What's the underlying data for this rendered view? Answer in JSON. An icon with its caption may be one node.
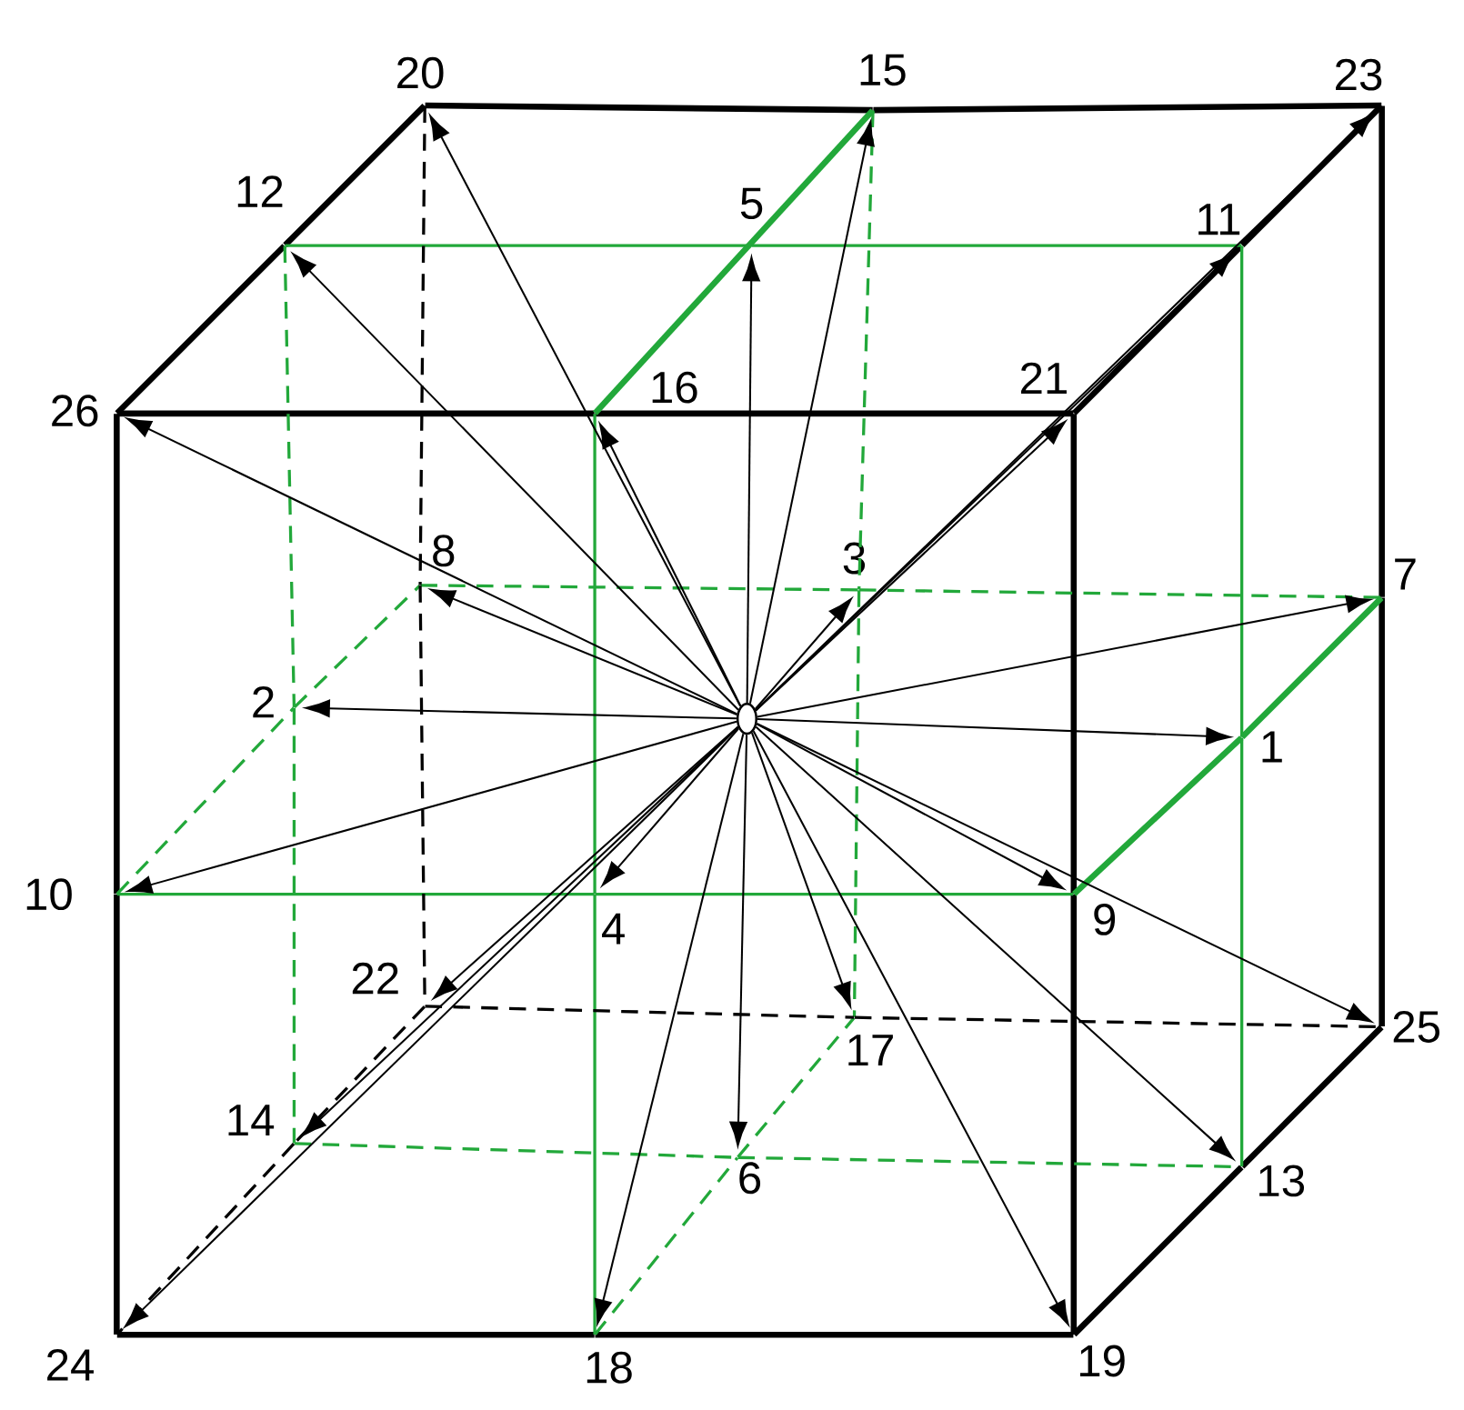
{
  "diagram": {
    "nodes": [
      {
        "text": [],
        "shape": "circle"
      },
      {
        "text": [
          "1"
        ]
      },
      {
        "text": [
          "2"
        ]
      },
      {
        "text": [
          "3"
        ]
      },
      {
        "text": [
          "4"
        ]
      },
      {
        "text": [
          "5"
        ]
      },
      {
        "text": [
          "6"
        ]
      },
      {
        "text": [
          "7"
        ]
      },
      {
        "text": [
          "8"
        ]
      },
      {
        "text": [
          "9"
        ]
      },
      {
        "text": [
          "10"
        ]
      },
      {
        "text": [
          "11"
        ]
      },
      {
        "text": [
          "12"
        ]
      },
      {
        "text": [
          "13"
        ]
      },
      {
        "text": [
          "14"
        ]
      },
      {
        "text": [
          "15"
        ]
      },
      {
        "text": [
          "16"
        ]
      },
      {
        "text": [
          "17"
        ]
      },
      {
        "text": [
          "18"
        ]
      },
      {
        "text": [
          "19"
        ]
      },
      {
        "text": [
          "20"
        ]
      },
      {
        "text": [
          "21"
        ]
      },
      {
        "text": [
          "22"
        ]
      },
      {
        "text": [
          "23"
        ]
      },
      {
        "text": [
          "24"
        ]
      },
      {
        "text": [
          "25"
        ]
      },
      {
        "text": [
          "26"
        ]
      }
    ],
    "edges": [
      {
        "from": 0,
        "to": 1,
        "arrow": "to"
      },
      {
        "from": 0,
        "to": 2,
        "arrow": "to"
      },
      {
        "from": 0,
        "to": 3,
        "arrow": "to"
      },
      {
        "from": 0,
        "to": 4,
        "arrow": "to"
      },
      {
        "from": 0,
        "to": 5,
        "arrow": "to"
      },
      {
        "from": 0,
        "to": 6,
        "arrow": "to"
      },
      {
        "from": 0,
        "to": 7,
        "arrow": "to"
      },
      {
        "from": 0,
        "to": 8,
        "arrow": "to"
      },
      {
        "from": 0,
        "to": 9,
        "arrow": "to"
      },
      {
        "from": 0,
        "to": 10,
        "arrow": "to"
      },
      {
        "from": 0,
        "to": 11,
        "arrow": "to"
      },
      {
        "from": 0,
        "to": 12,
        "arrow": "to"
      },
      {
        "from": 0,
        "to": 13,
        "arrow": "to"
      },
      {
        "from": 0,
        "to": 14,
        "arrow": "to"
      },
      {
        "from": 0,
        "to": 15,
        "arrow": "to"
      },
      {
        "from": 0,
        "to": 16,
        "arrow": "to"
      },
      {
        "from": 0,
        "to": 17,
        "arrow": "to"
      },
      {
        "from": 0,
        "to": 18,
        "arrow": "to"
      },
      {
        "from": 0,
        "to": 19,
        "arrow": "to"
      },
      {
        "from": 0,
        "to": 20,
        "arrow": "to"
      },
      {
        "from": 0,
        "to": 21,
        "arrow": "to"
      },
      {
        "from": 0,
        "to": 22,
        "arrow": "to"
      },
      {
        "from": 0,
        "to": 23,
        "arrow": "to"
      },
      {
        "from": 0,
        "to": 24,
        "arrow": "to"
      },
      {
        "from": 0,
        "to": 25,
        "arrow": "to"
      },
      {
        "from": 0,
        "to": 26,
        "arrow": "to"
      },
      {
        "from": 20,
        "to": 15,
        "arrow": "none",
        "style": "thick"
      },
      {
        "from": 15,
        "to": 23,
        "arrow": "none",
        "style": "thick"
      },
      {
        "from": 26,
        "to": 12,
        "arrow": "none",
        "style": "thick"
      },
      {
        "from": 12,
        "to": 20,
        "arrow": "none",
        "style": "thick"
      },
      {
        "from": 26,
        "to": 16,
        "arrow": "none",
        "style": "thick"
      },
      {
        "from": 16,
        "to": 21,
        "arrow": "none",
        "style": "thick"
      },
      {
        "from": 21,
        "to": 11,
        "arrow": "none",
        "style": "thick"
      },
      {
        "from": 11,
        "to": 23,
        "arrow": "none",
        "style": "thick"
      },
      {
        "from": 26,
        "to": 10,
        "arrow": "none",
        "style": "thick"
      },
      {
        "from": 10,
        "to": 24,
        "arrow": "none",
        "style": "thick"
      },
      {
        "from": 21,
        "to": 9,
        "arrow": "none",
        "style": "thick"
      },
      {
        "from": 9,
        "to": 19,
        "arrow": "none",
        "style": "thick"
      },
      {
        "from": 23,
        "to": 7,
        "arrow": "none",
        "style": "thick"
      },
      {
        "from": 7,
        "to": 25,
        "arrow": "none",
        "style": "thick"
      },
      {
        "from": 24,
        "to": 18,
        "arrow": "none",
        "style": "thick"
      },
      {
        "from": 18,
        "to": 19,
        "arrow": "none",
        "style": "thick"
      },
      {
        "from": 19,
        "to": 13,
        "arrow": "none",
        "style": "thick"
      },
      {
        "from": 13,
        "to": 25,
        "arrow": "none",
        "style": "thick"
      },
      {
        "from": 16,
        "to": 15,
        "arrow": "none",
        "style": "thick",
        "color": "#22a83a"
      },
      {
        "from": 9,
        "to": 1,
        "arrow": "none",
        "style": "thick",
        "color": "#22a83a"
      },
      {
        "from": 1,
        "to": 7,
        "arrow": "none",
        "style": "thick",
        "color": "#22a83a"
      },
      {
        "from": 12,
        "to": 5,
        "arrow": "none",
        "color": "#22a83a"
      },
      {
        "from": 5,
        "to": 11,
        "arrow": "none",
        "color": "#22a83a"
      },
      {
        "from": 16,
        "to": 4,
        "arrow": "none",
        "color": "#22a83a"
      },
      {
        "from": 4,
        "to": 18,
        "arrow": "none",
        "color": "#22a83a"
      },
      {
        "from": 10,
        "to": 4,
        "arrow": "none",
        "color": "#22a83a"
      },
      {
        "from": 4,
        "to": 9,
        "arrow": "none",
        "color": "#22a83a"
      },
      {
        "from": 11,
        "to": 1,
        "arrow": "none",
        "color": "#22a83a"
      },
      {
        "from": 1,
        "to": 13,
        "arrow": "none",
        "color": "#22a83a"
      },
      {
        "from": 12,
        "to": 2,
        "arrow": "none",
        "style": "dashed",
        "color": "#22a83a"
      },
      {
        "from": 2,
        "to": 14,
        "arrow": "none",
        "style": "dashed",
        "color": "#22a83a"
      },
      {
        "from": 15,
        "to": 3,
        "arrow": "none",
        "style": "dashed",
        "color": "#22a83a"
      },
      {
        "from": 3,
        "to": 17,
        "arrow": "none",
        "style": "dashed",
        "color": "#22a83a"
      },
      {
        "from": 8,
        "to": 3,
        "arrow": "none",
        "style": "dashed",
        "color": "#22a83a"
      },
      {
        "from": 3,
        "to": 7,
        "arrow": "none",
        "style": "dashed",
        "color": "#22a83a"
      },
      {
        "from": 10,
        "to": 2,
        "arrow": "none",
        "style": "dashed",
        "color": "#22a83a"
      },
      {
        "from": 2,
        "to": 8,
        "arrow": "none",
        "style": "dashed",
        "color": "#22a83a"
      },
      {
        "from": 14,
        "to": 6,
        "arrow": "none",
        "style": "dashed",
        "color": "#22a83a"
      },
      {
        "from": 6,
        "to": 13,
        "arrow": "none",
        "style": "dashed",
        "color": "#22a83a"
      },
      {
        "from": 18,
        "to": 6,
        "arrow": "none",
        "style": "dashed",
        "color": "#22a83a"
      },
      {
        "from": 6,
        "to": 17,
        "arrow": "none",
        "style": "dashed",
        "color": "#22a83a"
      },
      {
        "from": 20,
        "to": 8,
        "arrow": "none",
        "style": "dashed"
      },
      {
        "from": 8,
        "to": 22,
        "arrow": "none",
        "style": "dashed"
      },
      {
        "from": 22,
        "to": 17,
        "arrow": "none",
        "style": "dashed"
      },
      {
        "from": 17,
        "to": 25,
        "arrow": "none",
        "style": "dashed"
      },
      {
        "from": 22,
        "to": 14,
        "arrow": "none",
        "style": "dashed"
      },
      {
        "from": 14,
        "to": 24,
        "arrow": "none",
        "style": "dashed"
      }
    ]
  }
}
